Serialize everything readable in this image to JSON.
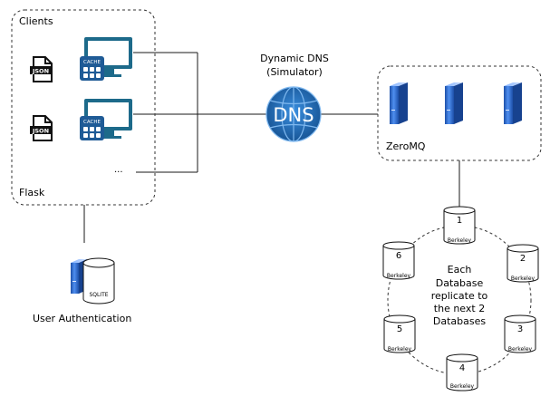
{
  "clients_group": {
    "title": "Clients",
    "footer": "Flask",
    "ellipsis": "..."
  },
  "client_badges": {
    "json": "JSON",
    "cache": "CACHE"
  },
  "dns": {
    "title_line1": "Dynamic DNS",
    "title_line2": "(Simulator)",
    "icon_text": "DNS"
  },
  "zeromq_group": {
    "title": "ZeroMQ"
  },
  "auth": {
    "db_label": "SQLITE",
    "title": "User Authentication"
  },
  "ring": {
    "db_label": "Berkeley",
    "nodes": [
      "1",
      "2",
      "3",
      "4",
      "5",
      "6"
    ],
    "note_lines": [
      "Each",
      "Database",
      "replicate to",
      "the next 2",
      "Databases"
    ]
  },
  "colors": {
    "monitor": "#1d6a8a",
    "cache_box": "#1f5b96",
    "dns_globe": "#1e6fb8",
    "server": "#2d6fd6",
    "line": "#1a1a1a"
  },
  "icons": [
    "json-file-icon",
    "cache-monitor-icon",
    "dns-globe-icon",
    "server-icon",
    "database-icon"
  ]
}
